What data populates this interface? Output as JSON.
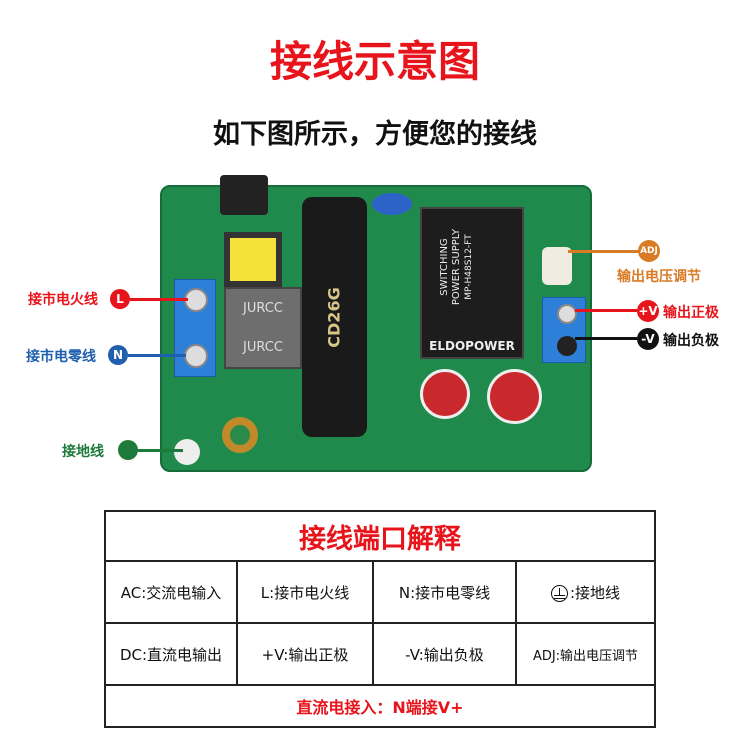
{
  "title": "接线示意图",
  "subtitle": "如下图所示，方便您的接线",
  "board": {
    "inductor_label": "JURCC",
    "capacitor_label": "CD26G",
    "module_line1": "SWITCHING",
    "module_line2": "POWER SUPPLY",
    "module_model": "MP-H48S12-FT",
    "module_brand": "ELDOPOWER"
  },
  "callouts": {
    "live": {
      "text": "接市电火线",
      "badge": "L",
      "color": "#e8141b"
    },
    "neutral": {
      "text": "接市电零线",
      "badge": "N",
      "color": "#1f5fae"
    },
    "ground": {
      "text": "接地线",
      "color": "#1d7a3a"
    },
    "adj": {
      "text": "输出电压调节",
      "badge": "ADJ",
      "color": "#d97b25"
    },
    "vplus": {
      "text": "输出正极",
      "badge": "+V",
      "color": "#e8141b"
    },
    "vminus": {
      "text": "输出负极",
      "badge": "-V",
      "color": "#111111"
    }
  },
  "table": {
    "header": "接线端口解释",
    "rows": [
      [
        "AC:交流电输入",
        "L:接市电火线",
        "N:接市电零线",
        ":接地线"
      ],
      [
        "DC:直流电输出",
        "+V:输出正极",
        "-V:输出负极",
        "ADJ:输出电压调节"
      ]
    ],
    "footer": "直流电接入：N端接V+"
  }
}
